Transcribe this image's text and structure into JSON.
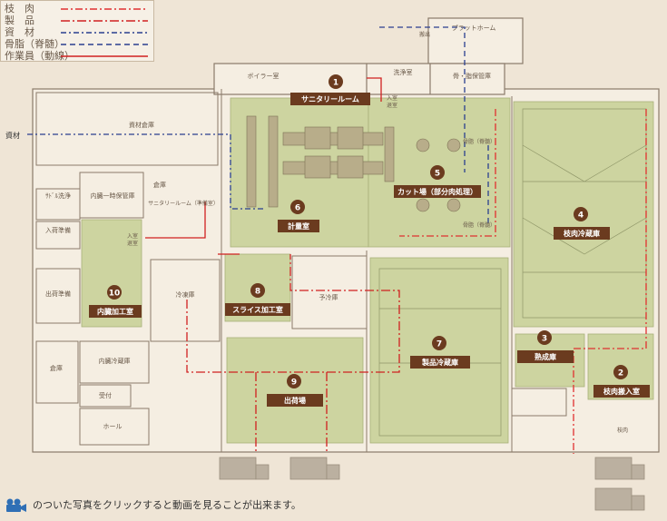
{
  "legend": {
    "items": [
      {
        "label": "枝　肉",
        "color": "#e03030",
        "dash": "8 3 2 3"
      },
      {
        "label": "製　品",
        "color": "#d02020",
        "dash": "10 3 2 3"
      },
      {
        "label": "資　材",
        "color": "#2a3f8f",
        "dash": "6 3 2 3"
      },
      {
        "label": "骨脂（脊髄）",
        "color": "#2a3f8f",
        "dash": "6 4"
      },
      {
        "label": "作業員（動線）",
        "color": "#d02020",
        "dash": ""
      }
    ]
  },
  "rooms": {
    "platform": "プラットホーム",
    "boiler": "ボイラー室",
    "washing": "洗浄室",
    "bone_fat_storage": "骨・脂保管庫",
    "material_storage": "資材倉庫",
    "saddle_wash": "ｻﾄﾞﾙ洗浄",
    "organ_temp": "内臓一時保管庫",
    "warehouse": "倉庫",
    "entry_prep": "入荷準備",
    "shipping_prep": "出荷準備",
    "freezer": "冷凍庫",
    "pre_cool": "予冷庫",
    "organ_cold": "内臓冷蔵庫",
    "storage2": "倉庫",
    "reception": "受付",
    "hall": "ホール",
    "sanitary_small": "サニタリールーム（準備室）"
  },
  "labels": {
    "material": "資材",
    "exit_top": "搬出",
    "enter": "入室",
    "exit": "退室",
    "bone_spine": "骨脂（脊髄）",
    "carcass": "枝肉"
  },
  "stations": [
    {
      "num": "1",
      "label": "サニタリールーム"
    },
    {
      "num": "2",
      "label": "枝肉搬入室"
    },
    {
      "num": "3",
      "label": "熟成庫"
    },
    {
      "num": "4",
      "label": "枝肉冷蔵庫"
    },
    {
      "num": "5",
      "label": "カット場（部分肉処理）"
    },
    {
      "num": "6",
      "label": "計量室"
    },
    {
      "num": "7",
      "label": "製品冷蔵庫"
    },
    {
      "num": "8",
      "label": "スライス加工室"
    },
    {
      "num": "9",
      "label": "出荷場"
    },
    {
      "num": "10",
      "label": "内臓加工室"
    }
  ],
  "footer": {
    "note": "のついた写真をクリックすると動画を見ることが出来ます。"
  },
  "colors": {
    "green": "#cdd4a0",
    "wall": "#8a7b6a",
    "badge": "#6b3b1f",
    "red": "#d32020",
    "blue": "#2a3f8f",
    "bg": "#efe5d6"
  }
}
